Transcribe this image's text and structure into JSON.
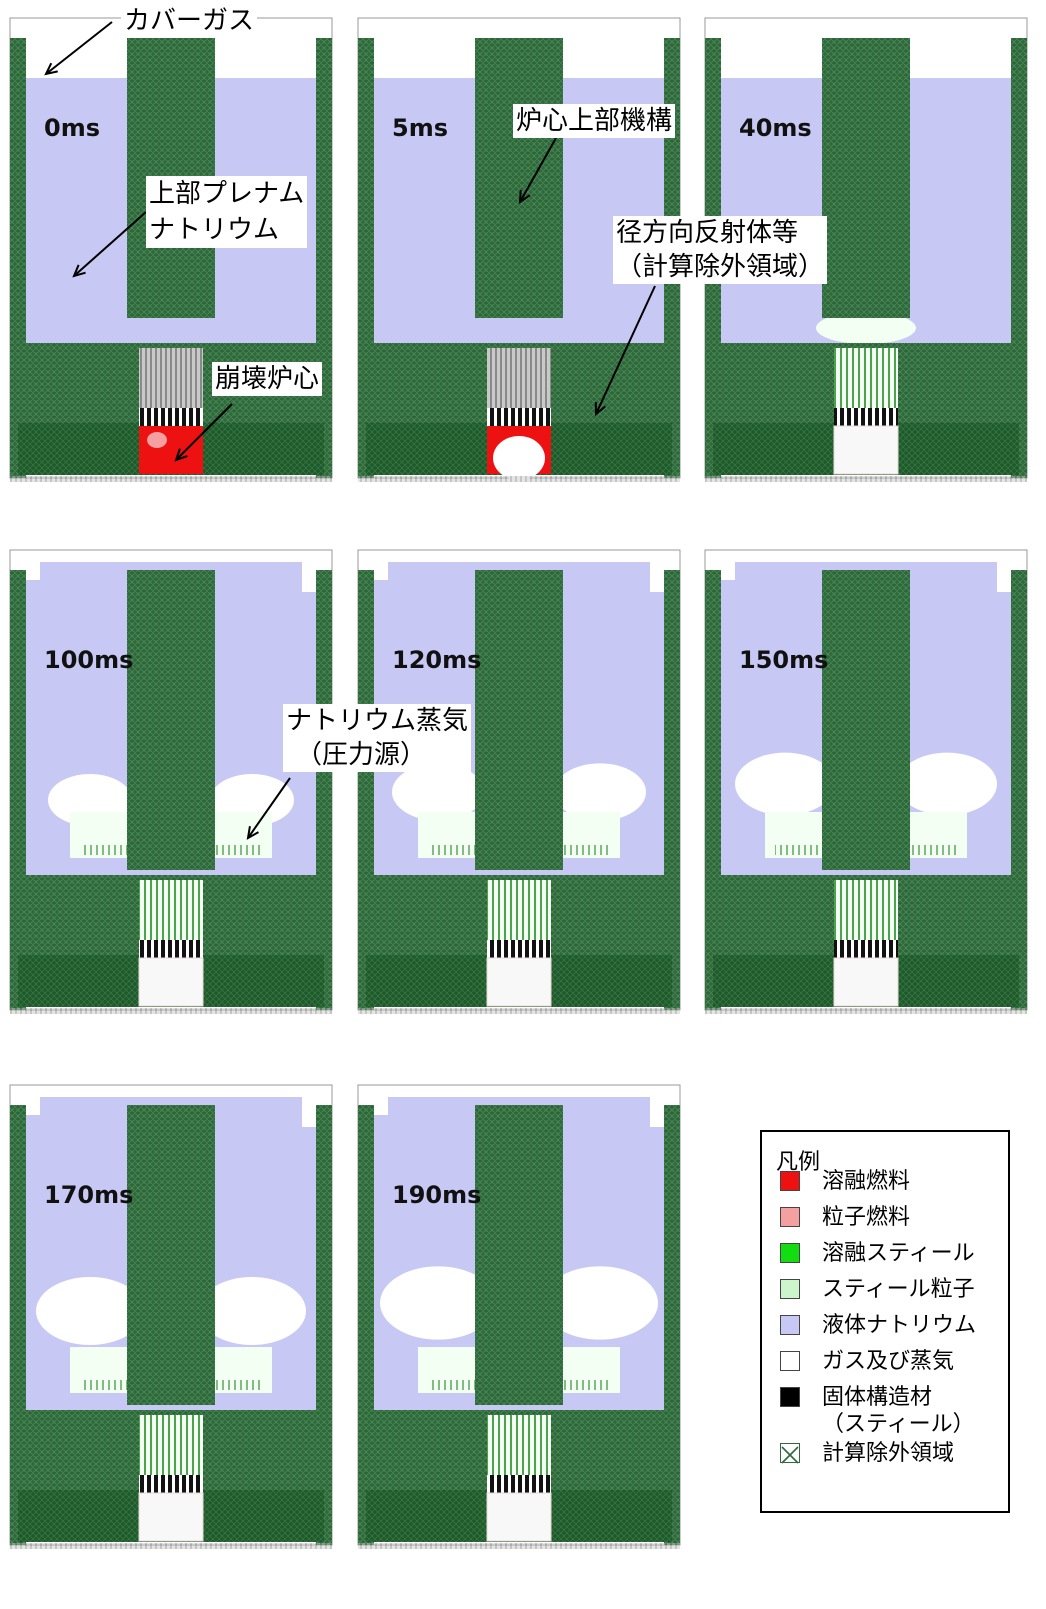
{
  "panels": [
    {
      "time": "0ms",
      "stage": 0
    },
    {
      "time": "5ms",
      "stage": 1
    },
    {
      "time": "40ms",
      "stage": 2
    },
    {
      "time": "100ms",
      "stage": 3
    },
    {
      "time": "120ms",
      "stage": 4
    },
    {
      "time": "150ms",
      "stage": 5
    },
    {
      "time": "170ms",
      "stage": 6
    },
    {
      "time": "190ms",
      "stage": 7
    }
  ],
  "annotations": {
    "cover_gas": "カバーガス",
    "upper_plenum_1": "上部プレナム",
    "upper_plenum_2": "ナトリウム",
    "uis": "炉心上部機構",
    "radial_1": "径方向反射体等",
    "radial_2": "（計算除外領域）",
    "disrupted_core": "崩壊炉心",
    "na_vapor_1": "ナトリウム蒸気",
    "na_vapor_2": "（圧力源）"
  },
  "legend": {
    "title": "凡例",
    "items": [
      {
        "label": "溶融燃料",
        "color": "#ee1111"
      },
      {
        "label": "粒子燃料",
        "color": "#f4a0a0"
      },
      {
        "label": "溶融スティール",
        "color": "#11dd11"
      },
      {
        "label": "スティール粒子",
        "color": "#ccf5cc"
      },
      {
        "label": "液体ナトリウム",
        "color": "#c8c8f4"
      },
      {
        "label": "ガス及び蒸気",
        "color": "#ffffff"
      },
      {
        "label": "固体構造材",
        "label2": "（スティール）",
        "color": "#000000"
      },
      {
        "label": "計算除外領域",
        "color": "excluded"
      }
    ]
  }
}
